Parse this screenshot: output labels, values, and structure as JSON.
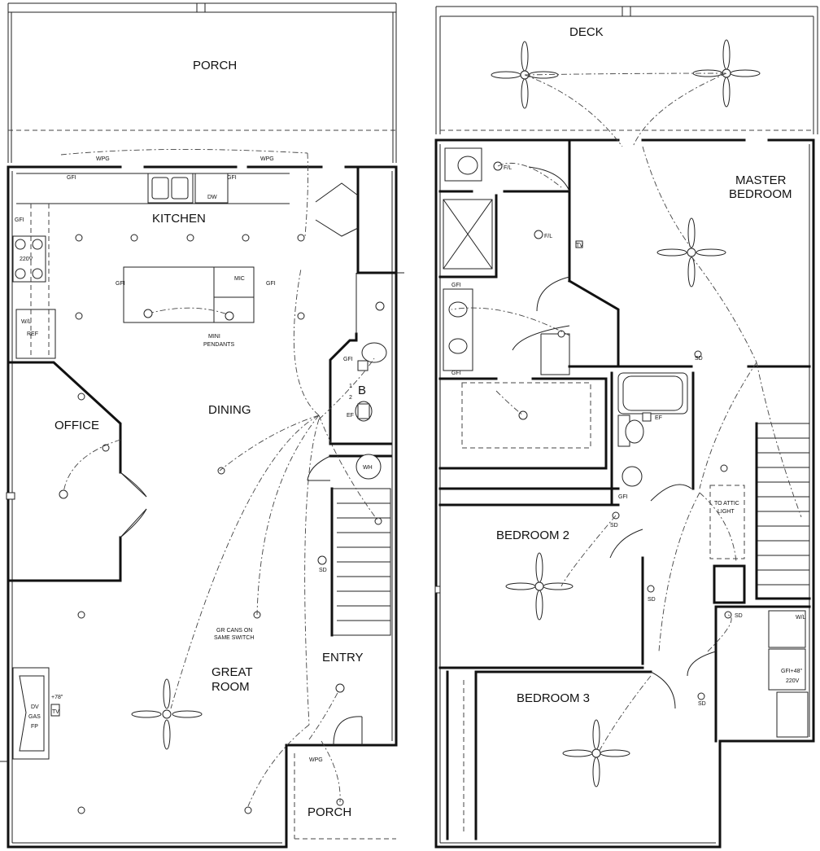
{
  "first_floor": {
    "rooms": {
      "porch_rear": "PORCH",
      "kitchen": "KITCHEN",
      "dining": "DINING",
      "office": "OFFICE",
      "half_bath": "B",
      "entry": "ENTRY",
      "great_room_1": "GREAT",
      "great_room_2": "ROOM",
      "porch_front": "PORCH"
    },
    "half_fraction": {
      "num": "1",
      "den": "2"
    },
    "fixtures": {
      "dw": "DW",
      "mic": "MIC",
      "ref": "REF",
      "wh": "WH",
      "range_220v": "220V",
      "fireplace_1": "DV",
      "fireplace_2": "GAS",
      "fireplace_3": "FP",
      "fp_outlet": "+78\""
    },
    "notes": {
      "mini_1": "MINI",
      "mini_2": "PENDANTS",
      "gr_cans_1": "GR CANS ON",
      "gr_cans_2": "SAME SWITCH"
    },
    "symbols": {
      "gfi": "GFI",
      "wpg": "WPG",
      "sd": "SD",
      "ef": "EF",
      "tv": "TV",
      "wl": "W/L"
    }
  },
  "second_floor": {
    "rooms": {
      "deck": "DECK",
      "master_1": "MASTER",
      "master_2": "BEDROOM",
      "bedroom2": "BEDROOM 2",
      "bedroom3": "BEDROOM 3"
    },
    "notes": {
      "attic_1": "TO ATTIC",
      "attic_2": "LIGHT",
      "laundry_gfi": "GFI+48\"",
      "laundry_220": "220V"
    },
    "symbols": {
      "fl": "F/L",
      "gfi": "GFI",
      "sd": "SD",
      "ef": "EF",
      "wl": "W/L",
      "tv": "TV"
    }
  }
}
